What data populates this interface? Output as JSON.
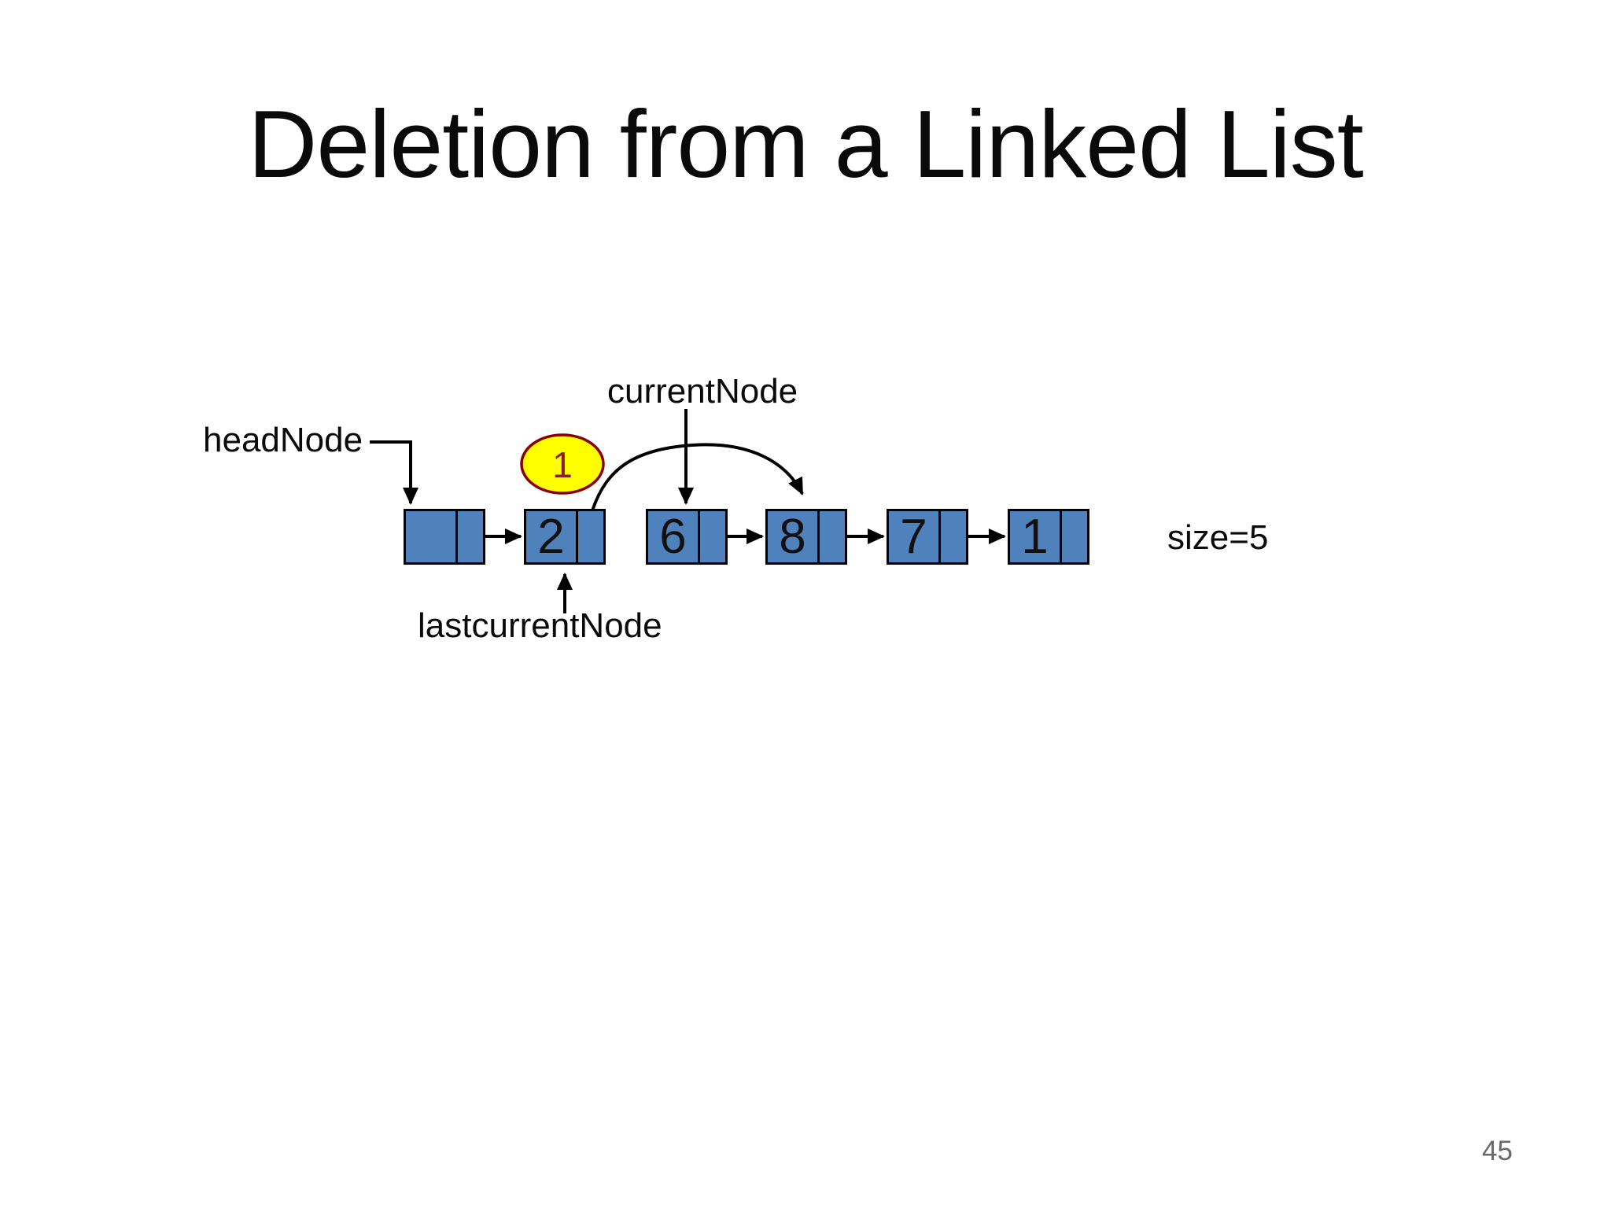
{
  "slide": {
    "title": "Deletion from a Linked List",
    "page_number": "45"
  },
  "diagram": {
    "labels": {
      "head": "headNode",
      "current": "currentNode",
      "last_current": "lastcurrentNode",
      "size": "size=5",
      "step_badge": "1"
    },
    "nodes": [
      {
        "role": "head-pointer-box",
        "value": ""
      },
      {
        "role": "list-node",
        "value": "2"
      },
      {
        "role": "list-node",
        "value": "6"
      },
      {
        "role": "list-node",
        "value": "8"
      },
      {
        "role": "list-node",
        "value": "7"
      },
      {
        "role": "list-node-null-next",
        "value": "1"
      }
    ],
    "colors": {
      "node_fill": "#4f81bd",
      "node_border": "#000000",
      "badge_fill": "#ffff00",
      "badge_border": "#8b0000",
      "badge_text": "#8f1d1d",
      "title_text": "#0a0a0a",
      "page_number": "#696969"
    }
  }
}
